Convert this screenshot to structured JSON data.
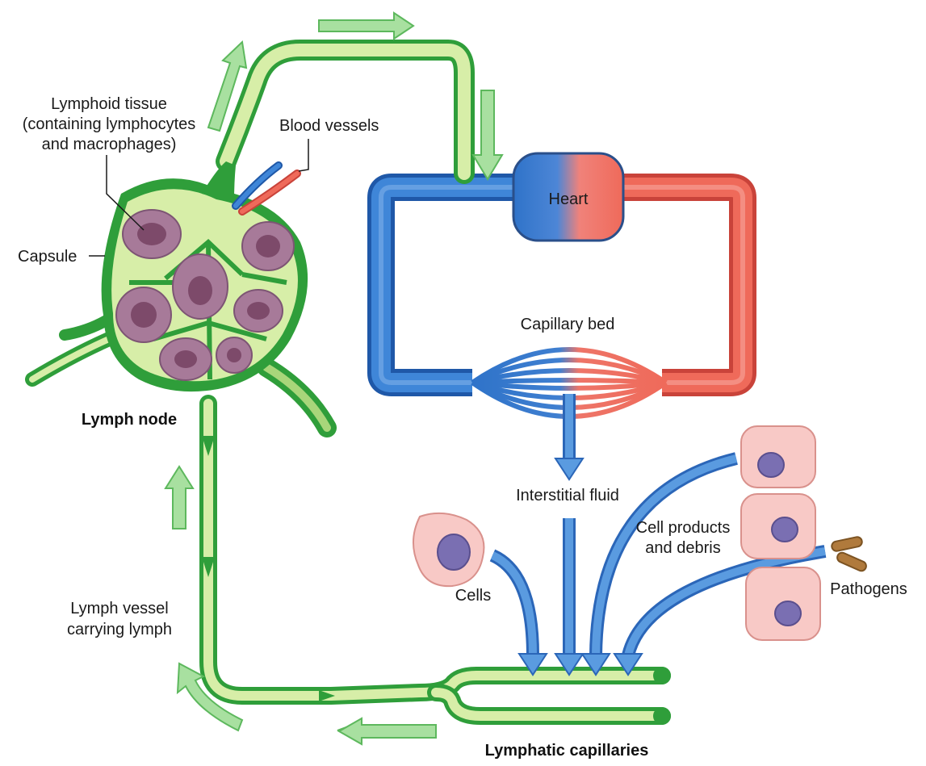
{
  "colors": {
    "vessel_dark": "#2f9e3a",
    "vessel_light": "#d7eea8",
    "arrow_green": "#8ad38a",
    "blood_blue": "#2f73c9",
    "blood_red": "#ef6a5a",
    "flow_blue": "#5a9be0",
    "tissue_purple": "#a77a99",
    "cell_pink": "#f8c9c6",
    "nucleus": "#7a6fb2",
    "pathogen": "#b07a3c"
  },
  "labels": {
    "lymphoid_tissue": [
      "Lymphoid tissue",
      "(containing lymphocytes",
      "and macrophages)"
    ],
    "blood_vessels": "Blood vessels",
    "capsule": "Capsule",
    "lymph_node": "Lymph node",
    "heart": "Heart",
    "capillary_bed": "Capillary bed",
    "interstitial_fluid": "Interstitial fluid",
    "cell_products": [
      "Cell products",
      "and debris"
    ],
    "cells": "Cells",
    "pathogens": "Pathogens",
    "lymph_vessel": [
      "Lymph vessel",
      "carrying lymph"
    ],
    "lymphatic_capillaries": "Lymphatic capillaries"
  }
}
